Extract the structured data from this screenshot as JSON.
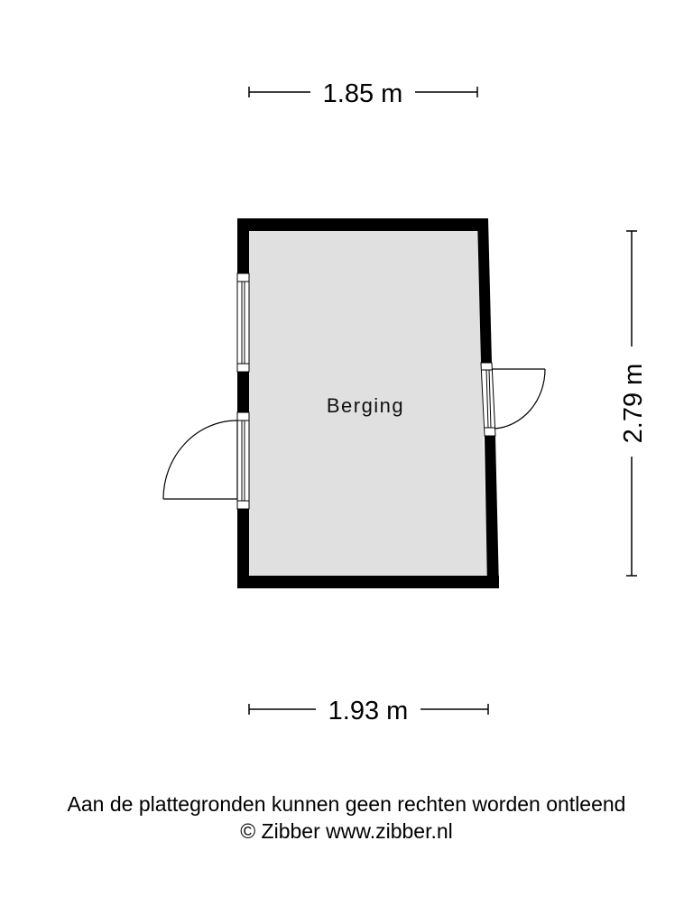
{
  "plan": {
    "room_label": "Berging",
    "dimensions": {
      "top_width": "1.85 m",
      "bottom_width": "1.93 m",
      "right_height": "2.79 m"
    },
    "colors": {
      "wall": "#000000",
      "floor": "#e0e0e0",
      "background": "#ffffff"
    }
  },
  "footer": {
    "disclaimer": "Aan de plattegronden kunnen geen rechten worden ontleend",
    "copyright": "© Zibber www.zibber.nl"
  }
}
